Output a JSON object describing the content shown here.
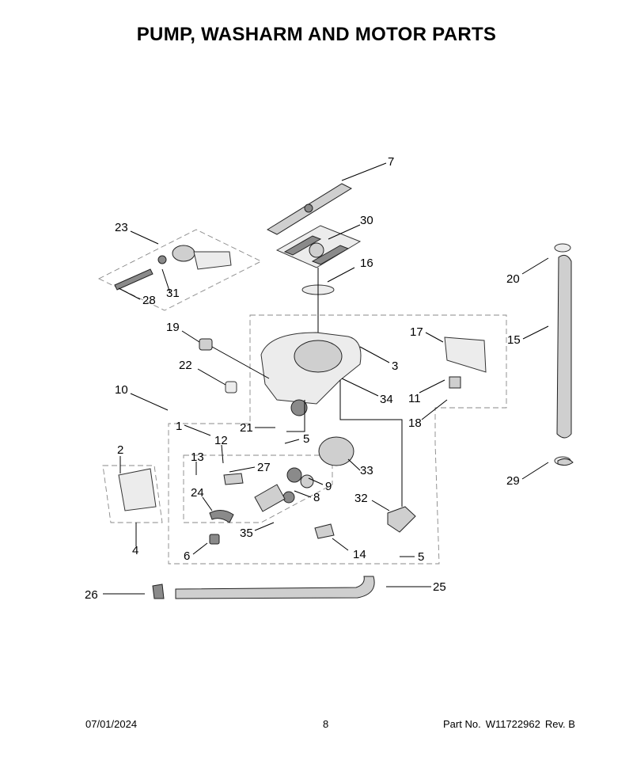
{
  "title": "PUMP, WASHARM AND MOTOR PARTS",
  "callouts": [
    "7",
    "30",
    "16",
    "23",
    "28",
    "31",
    "20",
    "15",
    "29",
    "19",
    "22",
    "17",
    "3",
    "34",
    "11",
    "18",
    "10",
    "1",
    "21",
    "5",
    "12",
    "13",
    "27",
    "33",
    "9",
    "8",
    "2",
    "24",
    "32",
    "35",
    "6",
    "14",
    "4",
    "25",
    "26"
  ],
  "footer": {
    "date": "07/01/2024",
    "page": "8",
    "part_label": "Part No.",
    "part_number": "W11722962",
    "revision": "Rev. B"
  }
}
